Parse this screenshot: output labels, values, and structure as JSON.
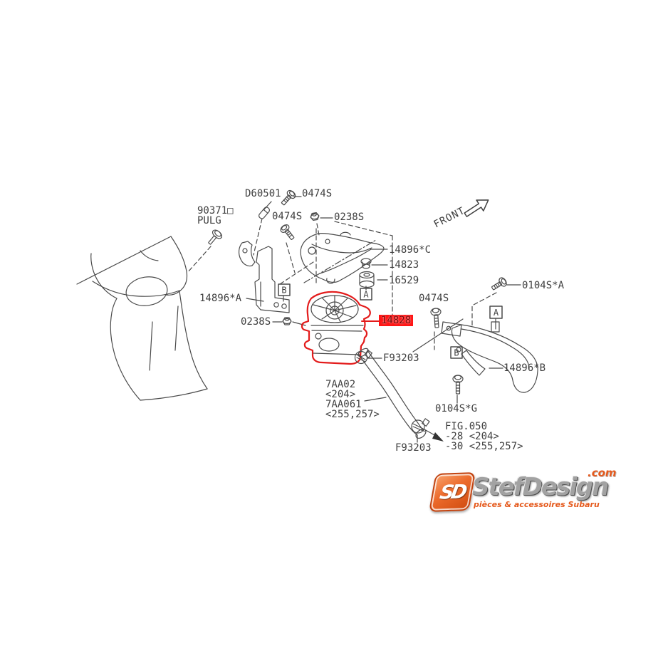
{
  "page": {
    "background": "#ffffff"
  },
  "diagram": {
    "type": "parts-diagram",
    "front_label": "FRONT",
    "highlighted_part": "14828",
    "highlight_color": "#ff1515",
    "line_color": "#4a4a4a",
    "callouts": {
      "d60501": "D60501",
      "bolt_0474s_top": "0474S",
      "plug_num": "90371□",
      "plug_name": "PULG",
      "bolt_0474s_mid": "0474S",
      "nut_0238s_top": "0238S",
      "bracket_left": "14896*A",
      "cover": "14896*C",
      "washer": "14823",
      "cushion": "16529",
      "pump": "14828",
      "nut_0238s_left": "0238S",
      "clamp_upper": "F93203",
      "hose_a": "7AA02",
      "hose_a_app": "<204>",
      "hose_b": "7AA061",
      "hose_b_app": "<255,257>",
      "clamp_lower": "F93203",
      "fig_ref": "FIG.050",
      "fig_ref_line2": "-28 <204>",
      "fig_ref_line3": "-30 <255,257>",
      "bolt_0104s_a": "0104S*A",
      "bolt_0474s_right": "0474S",
      "bracket_right": "14896*B",
      "bolt_0104s_g": "0104S*G"
    },
    "boxed_letters": {
      "a": "A",
      "b": "B"
    }
  },
  "logo": {
    "mark": "SD",
    "name": "StefDesign",
    "tld": ".com",
    "tagline": "pièces & accessoires Subaru"
  }
}
